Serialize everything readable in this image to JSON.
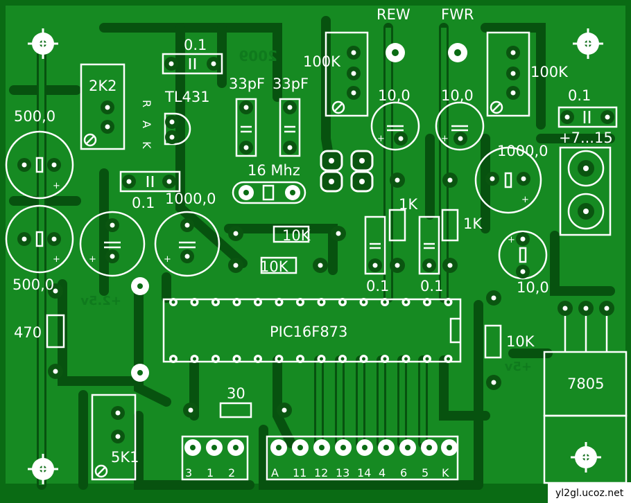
{
  "labels": {
    "rew": "REW",
    "fwr": "FWR",
    "c_top": "0.1",
    "pot_left_top": "100K",
    "pot_right_top": "100K",
    "res_2k2": "2K2",
    "tl431": "TL431",
    "rak": [
      "R",
      "A",
      "K"
    ],
    "cap_33pf_1": "33pF",
    "cap_33pf_2": "33pF",
    "cap_10_a": "10,0",
    "cap_10_b": "10,0",
    "c_right": "0.1",
    "supply": "+7...15",
    "cap_500_top": "500,0",
    "cap_1000_right": "1000,0",
    "crystal": "16 Mhz",
    "c_mid": "0.1",
    "cap_1000_mid": "1000,0",
    "res_1k_a": "1K",
    "res_1k_b": "1K",
    "res_10k_a": "10K",
    "res_10k_b": "10K",
    "cap_500_bot": "500,0",
    "c_small_a": "0.1",
    "c_small_b": "0.1",
    "cap_10_c": "10,0",
    "res_470": "470",
    "mcu": "PIC16F873",
    "res_10k_c": "10K",
    "reg": "7805",
    "res_30": "30",
    "pot_5k1": "5K1",
    "conn3": [
      "3",
      "1",
      "2"
    ],
    "conn9": [
      "A",
      "11",
      "12",
      "13",
      "14",
      "4",
      "6",
      "5",
      "K"
    ],
    "credit": "yl2gl.ucoz.net",
    "mirror_year": "2009",
    "mirror_plus25": "+2.5v",
    "mirror_plus5": "+5v"
  }
}
